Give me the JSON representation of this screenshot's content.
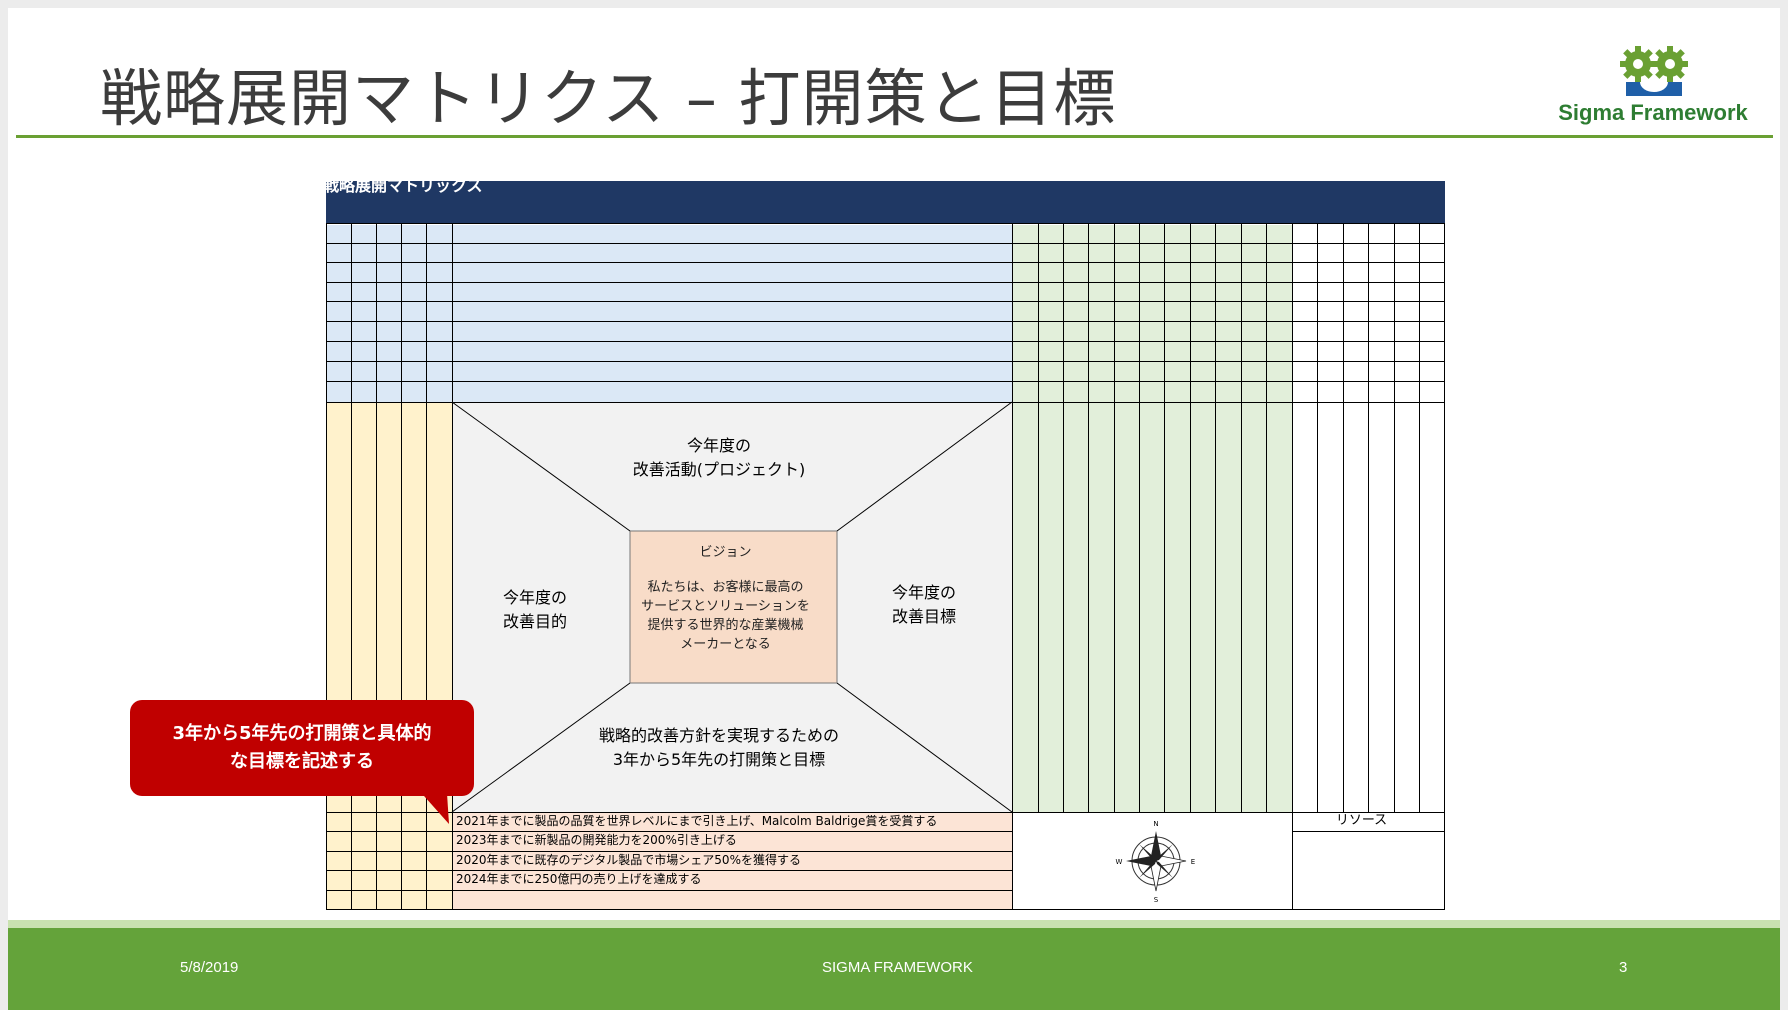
{
  "slide": {
    "title": "戦略展開マトリクス – 打開策と目標",
    "logo_text": "Sigma Framework",
    "footer": {
      "date": "5/8/2019",
      "center": "SIGMA FRAMEWORK",
      "page": "3"
    }
  },
  "matrix": {
    "header": "戦略展開マトリックス",
    "top_label_line1": "今年度の",
    "top_label_line2": "改善活動(プロジェクト)",
    "left_label_line1": "今年度の",
    "left_label_line2": "改善目的",
    "right_label_line1": "今年度の",
    "right_label_line2": "改善目標",
    "bottom_label_line1": "戦略的改善方針を実現するための",
    "bottom_label_line2": "3年から5年先の打開策と目標",
    "vision_title": "ビジョン",
    "vision_lines": [
      "私たちは、お客様に最高の",
      "サービスとソリューションを",
      "提供する世界的な産業機械",
      "メーカーとなる"
    ],
    "goals": [
      "2021年までに製品の品質を世界レベルにまで引き上げ、Malcolm Baldrige賞を受賞する",
      "2023年までに新製品の開発能力を200%引き上げる",
      "2020年までに既存のデジタル製品で市場シェア50%を獲得する",
      "2024年までに250億円の売り上げを達成する"
    ],
    "resource_label": "リソース",
    "compass_icon": "compass-rose-icon"
  },
  "callout": {
    "line1": "3年から5年先の打開策と具体的",
    "line2": "な目標を記述する",
    "color": "#c00000"
  },
  "colors": {
    "header": "#1f3864",
    "blue_fill": "#dbe8f6",
    "yellow_fill": "#fff2cc",
    "green_fill": "#e2efda",
    "peach_fill": "#fce4d6",
    "vision_fill": "#f8dcc8",
    "center_fill": "#f2f2f2",
    "accent_green": "#6aa033"
  }
}
